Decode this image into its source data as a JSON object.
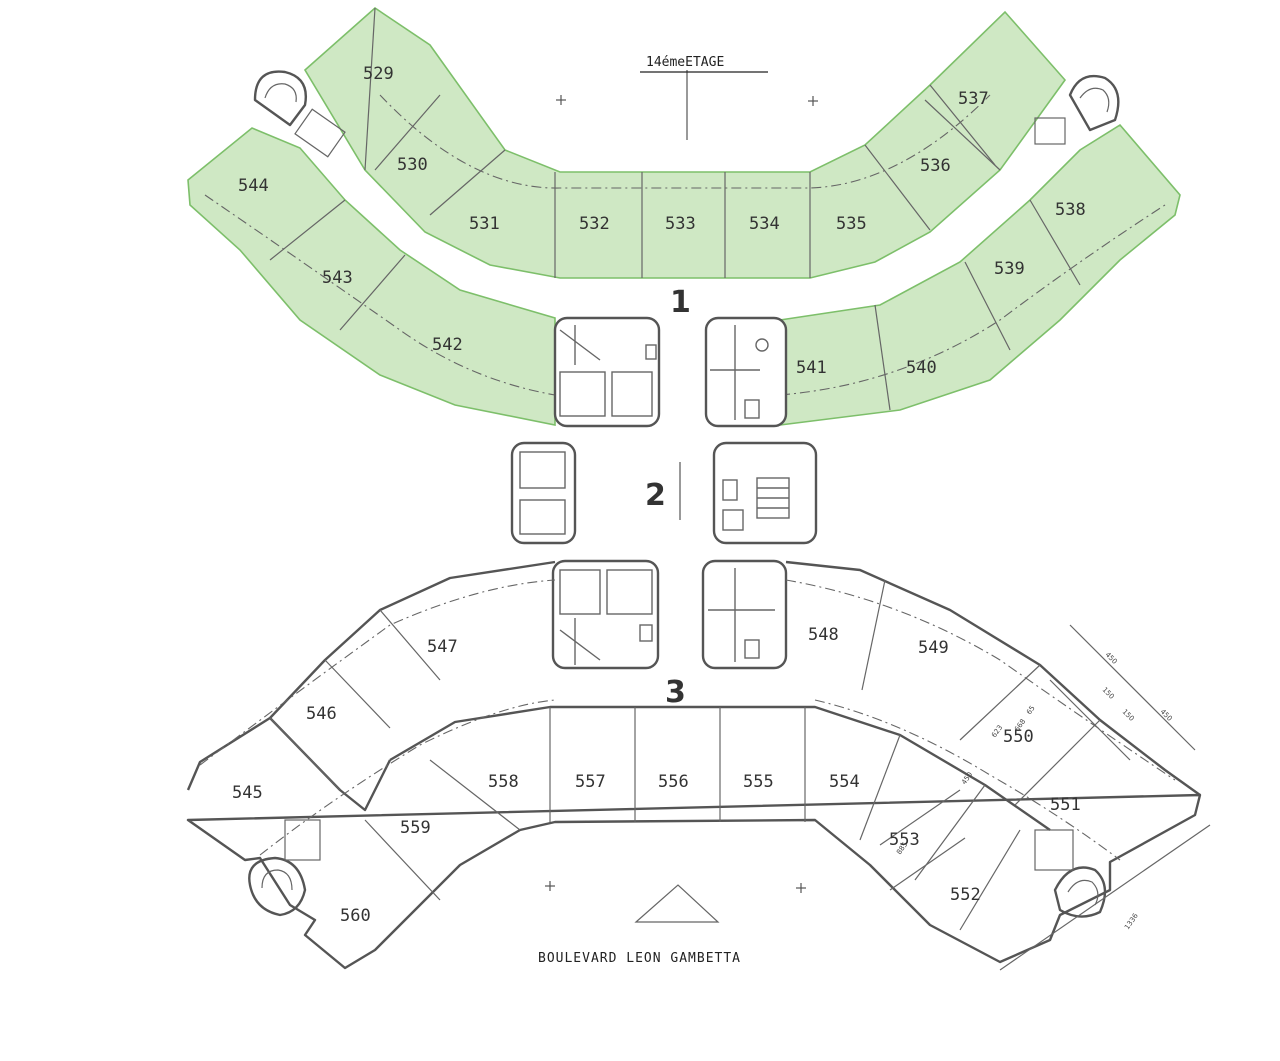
{
  "floor_title": "14émeETAGE",
  "street_label": "BOULEVARD LEON GAMBETTA",
  "highlight_color": "#cfe8c4",
  "highlight_stroke": "#7dbf6a",
  "zones": {
    "z1": "1",
    "z2": "2",
    "z3": "3"
  },
  "rooms": {
    "r529": "529",
    "r530": "530",
    "r531": "531",
    "r532": "532",
    "r533": "533",
    "r534": "534",
    "r535": "535",
    "r536": "536",
    "r537": "537",
    "r538": "538",
    "r539": "539",
    "r540": "540",
    "r541": "541",
    "r542": "542",
    "r543": "543",
    "r544": "544",
    "r545": "545",
    "r546": "546",
    "r547": "547",
    "r548": "548",
    "r549": "549",
    "r550": "550",
    "r551": "551",
    "r552": "552",
    "r553": "553",
    "r554": "554",
    "r555": "555",
    "r556": "556",
    "r557": "557",
    "r558": "558",
    "r559": "559",
    "r560": "560"
  },
  "highlighted_rooms": [
    "529",
    "530",
    "531",
    "532",
    "533",
    "534",
    "535",
    "536",
    "537",
    "538",
    "539",
    "540",
    "541",
    "542",
    "543",
    "544"
  ],
  "dimensions": {
    "d450a": "450",
    "d450b": "450",
    "d150a": "150",
    "d150b": "150",
    "d623": "623",
    "d668": "668",
    "d65": "65",
    "d1336": "1336",
    "d885": "885",
    "d450c": "450"
  }
}
